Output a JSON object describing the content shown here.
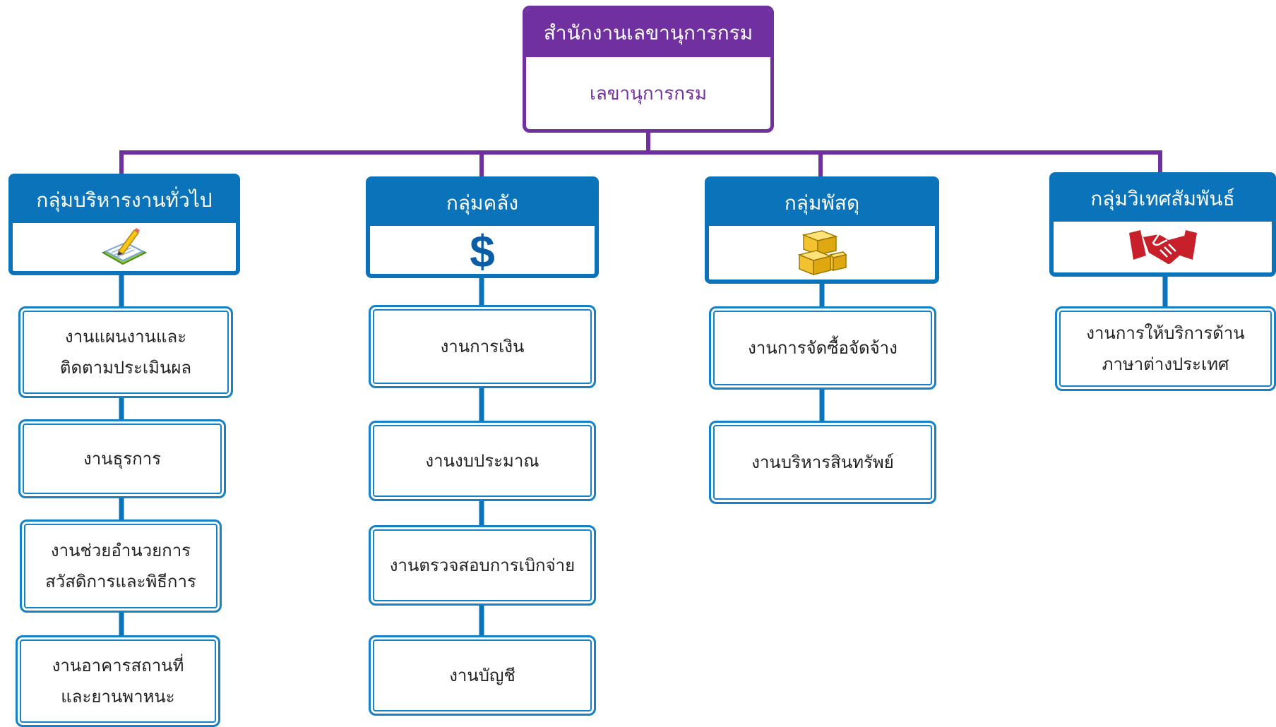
{
  "root": {
    "title": "สำนักงานเลขานุการกรม",
    "subtitle": "เลขานุการกรม"
  },
  "groups": [
    {
      "title": "กลุ่มบริหารงานทั่วไป",
      "icon": "notebook-pencil-icon",
      "tasks": [
        {
          "line1": "งานแผนงานและ",
          "line2": "ติดตามประเมินผล"
        },
        {
          "line1": "งานธุรการ",
          "line2": ""
        },
        {
          "line1": "งานช่วยอำนวยการ",
          "line2": "สวัสดิการและพิธีการ"
        },
        {
          "line1": "งานอาคารสถานที่",
          "line2": "และยานพาหนะ"
        }
      ]
    },
    {
      "title": "กลุ่มคลัง",
      "icon": "dollar-sign-icon",
      "tasks": [
        {
          "line1": "งานการเงิน",
          "line2": ""
        },
        {
          "line1": "งานงบประมาณ",
          "line2": ""
        },
        {
          "line1": "งานตรวจสอบการเบิกจ่าย",
          "line2": ""
        },
        {
          "line1": "งานบัญชี",
          "line2": ""
        }
      ]
    },
    {
      "title": "กลุ่มพัสดุ",
      "icon": "boxes-icon",
      "tasks": [
        {
          "line1": "งานการจัดซื้อจัดจ้าง",
          "line2": ""
        },
        {
          "line1": "งานบริหารสินทรัพย์",
          "line2": ""
        }
      ]
    },
    {
      "title": "กลุ่มวิเทศสัมพันธ์",
      "icon": "handshake-icon",
      "tasks": [
        {
          "line1": "งานการให้บริการด้าน",
          "line2": "ภาษาต่างประเทศ"
        }
      ]
    }
  ],
  "colors": {
    "root": "#7030a0",
    "group": "#0a73ba",
    "task_border": "#1581c7"
  }
}
